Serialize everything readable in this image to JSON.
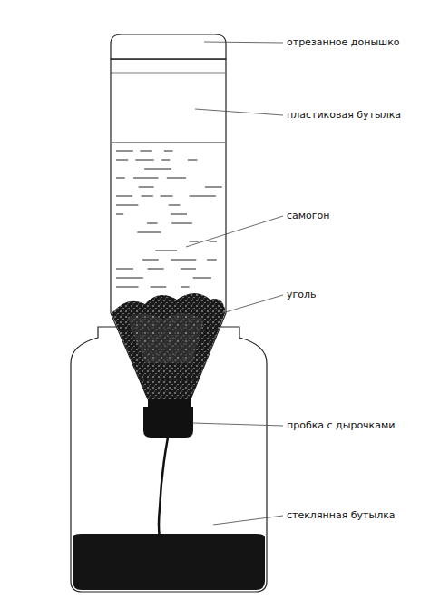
{
  "diagram": {
    "labels": [
      "отрезанное донышко",
      "пластиковая бутылка",
      "самогон",
      "уголь",
      "пробка с дырочками",
      "стеклянная бутылка"
    ]
  }
}
